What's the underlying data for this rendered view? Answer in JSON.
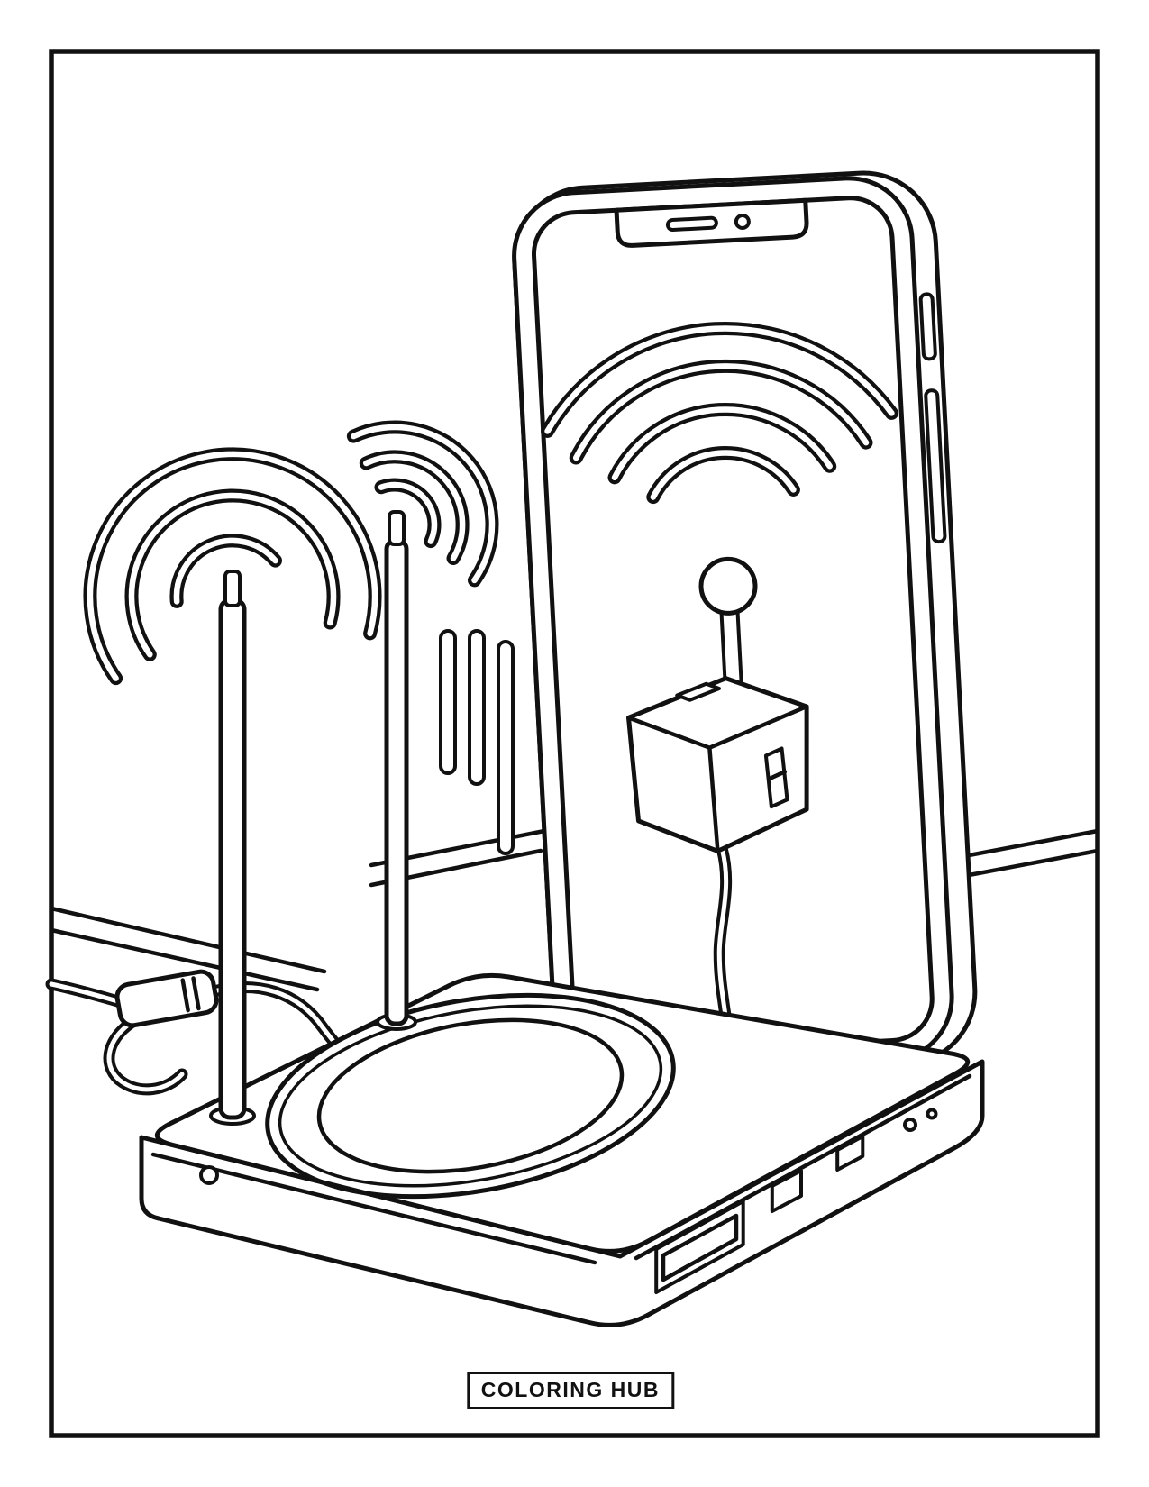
{
  "page": {
    "background_color": "#ffffff",
    "line_color": "#111111",
    "border": "black rectangular frame"
  },
  "footer": {
    "label": "COLORING HUB"
  },
  "scene": {
    "type": "coloring-page line art",
    "elements": [
      "smartphone-icon",
      "wifi-signal-icon",
      "router-base-icon",
      "charging-pad-icon",
      "antenna-icon",
      "charger-plug-icon",
      "power-cable-icon",
      "signal-bars-icon"
    ]
  }
}
